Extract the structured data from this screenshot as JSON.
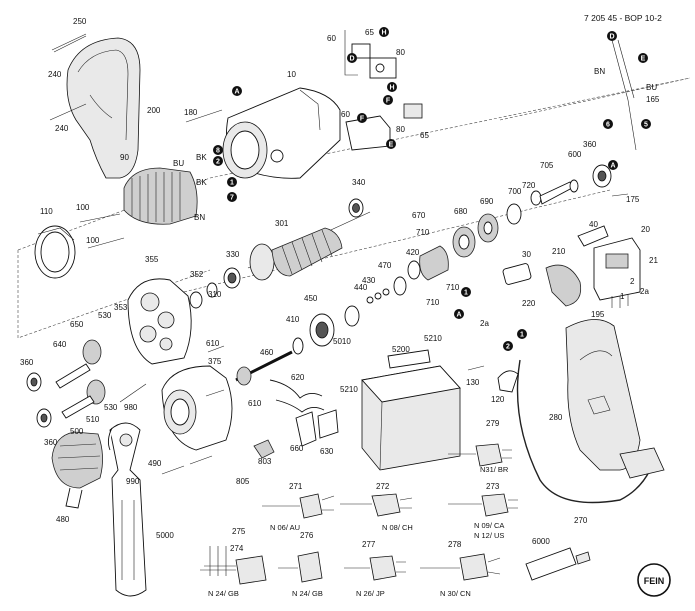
{
  "document": {
    "doc_id": "7 205 45 - BOP 10-2",
    "logo_text": "FEIN"
  },
  "parts": [
    {
      "id": "10",
      "label": "10"
    },
    {
      "id": "20",
      "label": "20"
    },
    {
      "id": "21",
      "label": "21"
    },
    {
      "id": "30",
      "label": "30"
    },
    {
      "id": "40",
      "label": "40"
    },
    {
      "id": "60a",
      "label": "60"
    },
    {
      "id": "60b",
      "label": "60"
    },
    {
      "id": "65a",
      "label": "65"
    },
    {
      "id": "65b",
      "label": "65"
    },
    {
      "id": "80a",
      "label": "80"
    },
    {
      "id": "80b",
      "label": "80"
    },
    {
      "id": "90",
      "label": "90"
    },
    {
      "id": "100a",
      "label": "100"
    },
    {
      "id": "100b",
      "label": "100"
    },
    {
      "id": "110",
      "label": "110"
    },
    {
      "id": "120",
      "label": "120"
    },
    {
      "id": "130",
      "label": "130"
    },
    {
      "id": "165",
      "label": "165"
    },
    {
      "id": "175",
      "label": "175"
    },
    {
      "id": "180",
      "label": "180"
    },
    {
      "id": "195",
      "label": "195"
    },
    {
      "id": "200",
      "label": "200"
    },
    {
      "id": "210",
      "label": "210"
    },
    {
      "id": "220",
      "label": "220"
    },
    {
      "id": "240a",
      "label": "240"
    },
    {
      "id": "240b",
      "label": "240"
    },
    {
      "id": "250",
      "label": "250"
    },
    {
      "id": "270",
      "label": "270"
    },
    {
      "id": "271",
      "label": "271"
    },
    {
      "id": "272",
      "label": "272"
    },
    {
      "id": "273",
      "label": "273"
    },
    {
      "id": "274",
      "label": "274"
    },
    {
      "id": "275",
      "label": "275"
    },
    {
      "id": "276",
      "label": "276"
    },
    {
      "id": "277",
      "label": "277"
    },
    {
      "id": "278",
      "label": "278"
    },
    {
      "id": "279",
      "label": "279"
    },
    {
      "id": "280",
      "label": "280"
    },
    {
      "id": "301",
      "label": "301"
    },
    {
      "id": "310",
      "label": "310"
    },
    {
      "id": "330",
      "label": "330"
    },
    {
      "id": "340",
      "label": "340"
    },
    {
      "id": "352",
      "label": "352"
    },
    {
      "id": "353",
      "label": "353"
    },
    {
      "id": "355",
      "label": "355"
    },
    {
      "id": "360a",
      "label": "360"
    },
    {
      "id": "360b",
      "label": "360"
    },
    {
      "id": "360c",
      "label": "360"
    },
    {
      "id": "375",
      "label": "375"
    },
    {
      "id": "410",
      "label": "410"
    },
    {
      "id": "420",
      "label": "420"
    },
    {
      "id": "430",
      "label": "430"
    },
    {
      "id": "440",
      "label": "440"
    },
    {
      "id": "450",
      "label": "450"
    },
    {
      "id": "460",
      "label": "460"
    },
    {
      "id": "470",
      "label": "470"
    },
    {
      "id": "480",
      "label": "480"
    },
    {
      "id": "490",
      "label": "490"
    },
    {
      "id": "500",
      "label": "500"
    },
    {
      "id": "510",
      "label": "510"
    },
    {
      "id": "530a",
      "label": "530"
    },
    {
      "id": "530b",
      "label": "530"
    },
    {
      "id": "600",
      "label": "600"
    },
    {
      "id": "610a",
      "label": "610"
    },
    {
      "id": "610b",
      "label": "610"
    },
    {
      "id": "620",
      "label": "620"
    },
    {
      "id": "630",
      "label": "630"
    },
    {
      "id": "640",
      "label": "640"
    },
    {
      "id": "650",
      "label": "650"
    },
    {
      "id": "660",
      "label": "660"
    },
    {
      "id": "670",
      "label": "670"
    },
    {
      "id": "680",
      "label": "680"
    },
    {
      "id": "690",
      "label": "690"
    },
    {
      "id": "700",
      "label": "700"
    },
    {
      "id": "705",
      "label": "705"
    },
    {
      "id": "710a",
      "label": "710"
    },
    {
      "id": "710b",
      "label": "710"
    },
    {
      "id": "710c",
      "label": "710"
    },
    {
      "id": "720",
      "label": "720"
    },
    {
      "id": "803",
      "label": "803"
    },
    {
      "id": "805",
      "label": "805"
    },
    {
      "id": "980",
      "label": "980"
    },
    {
      "id": "990",
      "label": "990"
    },
    {
      "id": "5000",
      "label": "5000"
    },
    {
      "id": "5010",
      "label": "5010"
    },
    {
      "id": "5200",
      "label": "5200"
    },
    {
      "id": "5210a",
      "label": "5210"
    },
    {
      "id": "5210b",
      "label": "5210"
    },
    {
      "id": "6000",
      "label": "6000"
    },
    {
      "id": "1r",
      "label": "1"
    },
    {
      "id": "2r",
      "label": "2"
    },
    {
      "id": "2ar",
      "label": "2a"
    },
    {
      "id": "2a",
      "label": "2a"
    }
  ],
  "wire_labels": {
    "bu_left": "BU",
    "bk_top": "BK",
    "bk_mid": "BK",
    "bn_left": "BN",
    "bn_right": "BN",
    "bu_right": "BU"
  },
  "markers": [
    {
      "id": "m-A1",
      "label": "A"
    },
    {
      "id": "m-A2",
      "label": "A"
    },
    {
      "id": "m-A3",
      "label": "A"
    },
    {
      "id": "m-D1",
      "label": "D"
    },
    {
      "id": "m-D2",
      "label": "D"
    },
    {
      "id": "m-E1",
      "label": "E"
    },
    {
      "id": "m-E2",
      "label": "E"
    },
    {
      "id": "m-F1",
      "label": "F"
    },
    {
      "id": "m-F2",
      "label": "F"
    },
    {
      "id": "m-H1",
      "label": "H"
    },
    {
      "id": "m-H2",
      "label": "H"
    },
    {
      "id": "m-1a",
      "label": "1"
    },
    {
      "id": "m-1b",
      "label": "1"
    },
    {
      "id": "m-1c",
      "label": "1"
    },
    {
      "id": "m-2a",
      "label": "2"
    },
    {
      "id": "m-2b",
      "label": "2"
    },
    {
      "id": "m-5",
      "label": "5"
    },
    {
      "id": "m-6",
      "label": "6"
    },
    {
      "id": "m-7",
      "label": "7"
    },
    {
      "id": "m-8",
      "label": "8"
    }
  ],
  "plug_captions": {
    "n06": "N 06/ AU",
    "n08": "N 08/ CH",
    "n09": "N 09/ CA",
    "n12": "N 12/ US",
    "n24a": "N 24/ GB",
    "n24b": "N 24/ GB",
    "n26": "N 26/ JP",
    "n30": "N 30/ CN",
    "n31": "N31/ BR"
  }
}
